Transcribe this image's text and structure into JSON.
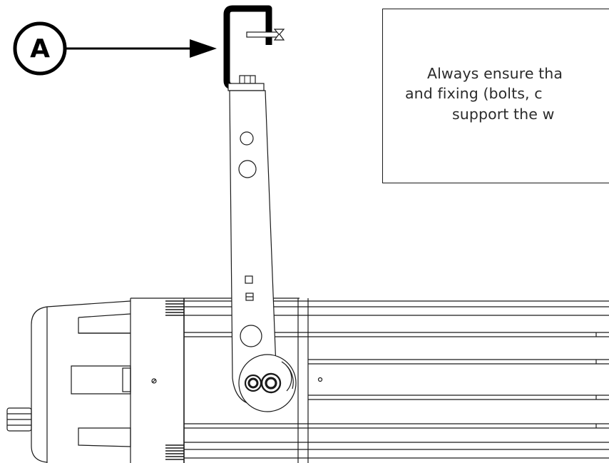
{
  "callout": {
    "label": "A"
  },
  "warning_note": {
    "lines": [
      "Always ensure tha",
      "and fixing (bolts, c",
      "support the w"
    ]
  },
  "colors": {
    "line": "#1a1a1a",
    "clamp": "#000000",
    "text": "#2b2b2b"
  }
}
